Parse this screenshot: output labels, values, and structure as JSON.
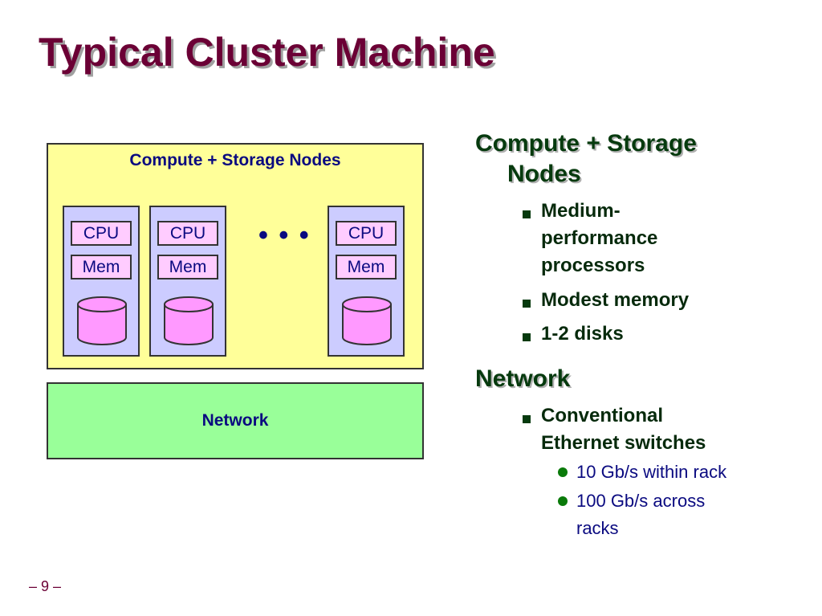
{
  "slide": {
    "title": "Typical Cluster Machine",
    "page": "– 9 –"
  },
  "diagram": {
    "nodes_label": "Compute + Storage Nodes",
    "nodes": [
      {
        "cpu": "CPU",
        "mem": "Mem"
      },
      {
        "cpu": "CPU",
        "mem": "Mem"
      },
      {
        "cpu": "CPU",
        "mem": "Mem"
      }
    ],
    "ellipsis": "• • •",
    "network_label": "Network",
    "colors": {
      "nodes_bg": "#ffff99",
      "node_bg": "#ccccff",
      "chip_bg": "#ffccff",
      "disk": "#ff99ff",
      "network_bg": "#99ff99"
    }
  },
  "text": {
    "section1": {
      "heading_l1": "Compute + Storage",
      "heading_l2": "Nodes",
      "bullets": [
        {
          "lines": [
            "Medium-",
            "performance",
            "processors"
          ]
        },
        {
          "lines": [
            "Modest memory"
          ]
        },
        {
          "lines": [
            "1-2 disks"
          ]
        }
      ]
    },
    "section2": {
      "heading": "Network",
      "bullets": [
        {
          "lines": [
            "Conventional",
            "Ethernet switches"
          ]
        }
      ],
      "sub_bullets": [
        {
          "lines": [
            "10 Gb/s within rack"
          ]
        },
        {
          "lines": [
            "100 Gb/s across",
            "racks"
          ]
        }
      ]
    }
  }
}
